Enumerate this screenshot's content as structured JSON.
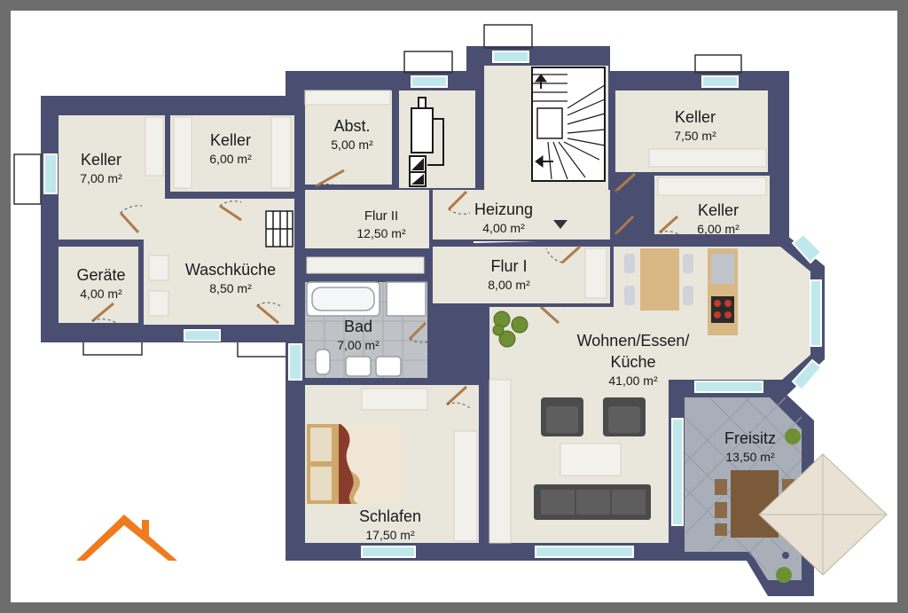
{
  "rooms": {
    "keller1": {
      "name": "Keller",
      "area": "7,00 m²"
    },
    "keller2": {
      "name": "Keller",
      "area": "6,00 m²"
    },
    "abst": {
      "name": "Abst.",
      "area": "5,00 m²"
    },
    "keller3": {
      "name": "Keller",
      "area": "7,50 m²"
    },
    "keller4": {
      "name": "Keller",
      "area": "6,00 m²"
    },
    "flur2": {
      "name": "Flur II",
      "area": "12,50 m²"
    },
    "heizung": {
      "name": "Heizung",
      "area": "4,00 m²"
    },
    "geraete": {
      "name": "Geräte",
      "area": "4,00 m²"
    },
    "waschkueche": {
      "name": "Waschküche",
      "area": "8,50 m²"
    },
    "flur1": {
      "name": "Flur I",
      "area": "8,00 m²"
    },
    "bad": {
      "name": "Bad",
      "area": "7,00 m²"
    },
    "wohnen": {
      "name_line1": "Wohnen/Essen/",
      "name_line2": "Küche",
      "area": "41,00 m²"
    },
    "freisitz": {
      "name": "Freisitz",
      "area": "13,50 m²"
    },
    "schlafen": {
      "name": "Schlafen",
      "area": "17,50 m²"
    }
  },
  "colors": {
    "frame": "#6d6d6d",
    "page": "#ffffff",
    "wall": "#4a4f72",
    "floor": "#e9e6dc",
    "terrace": "#a9afb8",
    "window": "#bfe8ec",
    "door": "#b07a48",
    "logo": "#f07a1e",
    "sofa": "#4b4b4b",
    "table": "#d9b886"
  }
}
